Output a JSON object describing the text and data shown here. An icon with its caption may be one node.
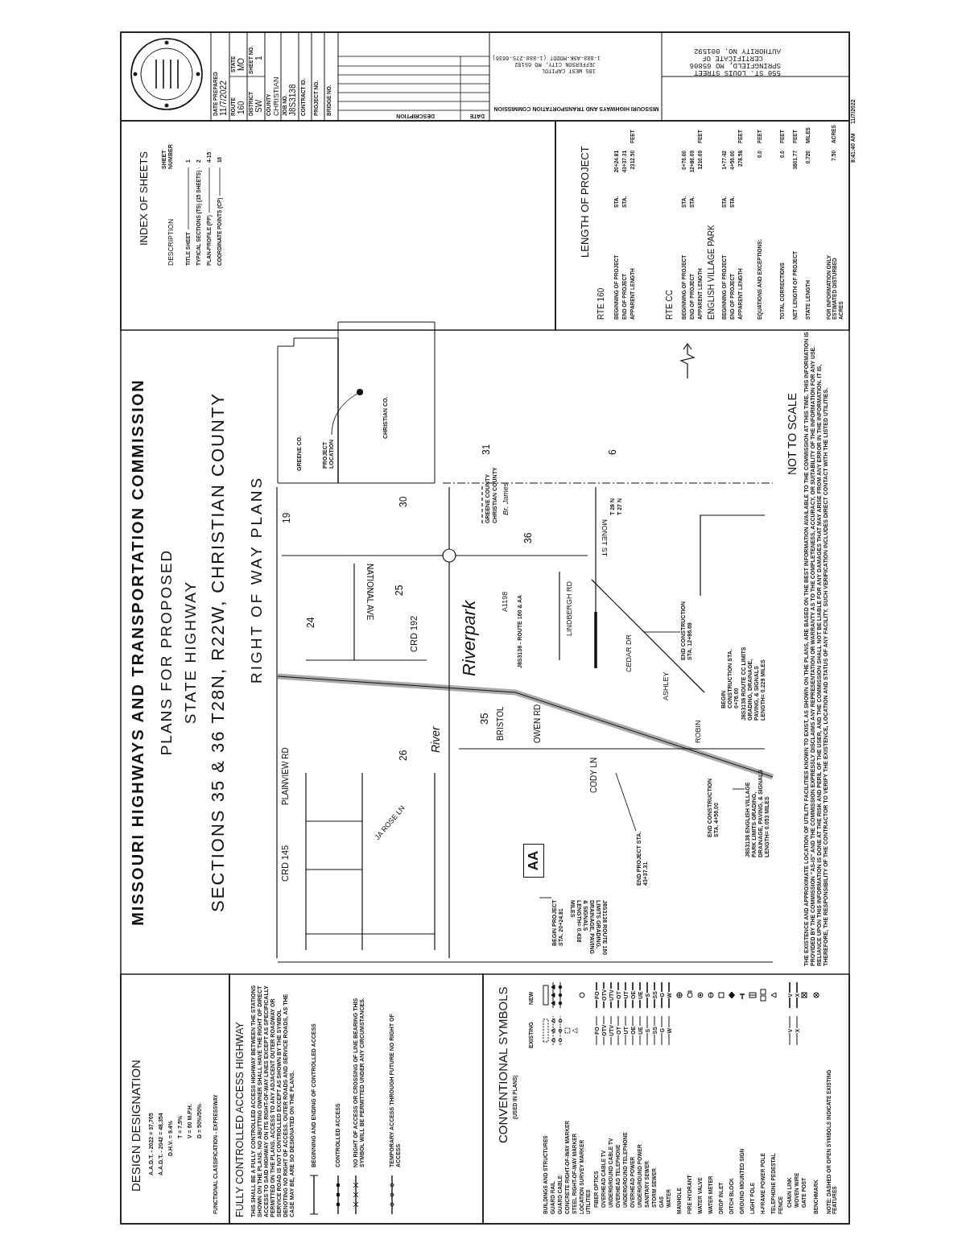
{
  "diagram": {
    "nodes": [
      {
        "text": [
          "PROJECT LOCATION"
        ]
      },
      {
        "text": [],
        "shape": "circle"
      },
      {
        "text": [
          "BEGIN PROJECT STA. 20+24.81"
        ]
      },
      {
        "text": [
          "END PROJECT STA. 43+37.31"
        ]
      },
      {
        "text": [
          "J8S3138 ENGLISH VILLAGE PARK LIMITS GRADING, DRAINAGE, PAVING, & SIGNALS LENGTH= 0.053 MILES"
        ]
      },
      {
        "text": [
          "END CONSTRUCTION STA. 12+86.69"
        ]
      },
      {
        "text": [
          "AA"
        ]
      }
    ],
    "edges": [
      {
        "from": 0,
        "to": 1,
        "arrow": "none"
      },
      {
        "from": 2,
        "to": null,
        "arrow": "none"
      },
      {
        "from": 3,
        "to": null,
        "arrow": "none"
      },
      {
        "from": 4,
        "to": null,
        "arrow": "none"
      },
      {
        "from": 5,
        "to": null,
        "arrow": "none"
      }
    ],
    "labels": [
      "DESIGN DESIGNATION",
      "A.A.D.T. - 2022 = 37,705",
      "A.A.D.T. - 2042 = 48,354",
      "D.H.V. = 9.4%",
      "T = 7.5%",
      "V = 60 M.P.H.",
      "D = 50%/50%",
      "FUNCTIONAL CLASSIFICATION - EXPRESSWAY",
      "FULLY CONTROLLED ACCESS HIGHWAY",
      "THIS SHALL BE A FULLY CONTROLLED ACCESS HIGHWAY BETWEEN THE STATIONS SHOWN ON THE PLANS. NO ABUTTING OWNER SHALL HAVE THE RIGHT OF DIRECT ACCESS TO SAID HIGHWAY ON ITS RIGHT-OF-WAY LINES EXCEPT AS SPECIFICALLY PERMITTED ON THE PLANS. ACCESS TO ANY ADJACENT OUTER ROADWAY OR SERVICE ROAD IS NOT CONTROLLED EXCEPT AS SHOWN BY THE SYMBOL DENOTING NO RIGHT OF ACCESS. OUTER ROADS AND SERVICE ROADS, AS THE CASE MAY BE, ARE SO DESIGNATED ON THE PLANS.",
      "CONVENTIONAL SYMBOLS",
      "(USED IN PLANS)",
      "EXISTING",
      "NEW",
      "UTILITIES",
      "FENCE",
      "FO",
      "OTV",
      "UTV",
      "OT",
      "UT",
      "OE",
      "UE",
      "S",
      "SS",
      "G",
      "W",
      "FO",
      "OTV",
      "UTV",
      "OT",
      "UT",
      "OE",
      "UE",
      "S",
      "SS",
      "G",
      "W",
      "V",
      "V",
      "X",
      "X",
      "NOTE: DASHED OR OPEN SYMBOLS INDICATE EXISTING FEATURES",
      "MISSOURI HIGHWAYS AND TRANSPORTATION COMMISSION",
      "PLANS FOR PROPOSED",
      "STATE HIGHWAY",
      "SECTIONS 35 & 36 T28N, R22W, CHRISTIAN COUNTY",
      "RIGHT OF WAY PLANS",
      "CRD 145",
      "PLAINVIEW RD",
      "JA ROSE LN",
      "26",
      "River",
      "BRISTOL",
      "35",
      "OWEN RD",
      "CODY LN",
      "Riverpark",
      "CRD 192",
      "25",
      "24",
      "J8S3138 - ROUTE 160 & AA",
      "A1198",
      "LINDBERGH RD",
      "CEDAR DR",
      "ASHLEY",
      "ROBIN",
      "NATIONAL AVE",
      "36",
      "MONET ST",
      "19",
      "30",
      "31",
      "GREENE COUNTY",
      "CHRISTIAN COUNTY",
      "Br. James",
      "T 28 N",
      "T 27 N",
      "6",
      "J8S3138 ROUTE 160 LIMITS GRADING, DRAINAGE, PAVING & SIGNALS LENGTH= 0.438 MILES",
      "END CONSTRUCTION STA. 4+56.00",
      "BEGIN CONSTRUCTION STA. 0+76.00",
      "J8S3138 ROUTE CC LIMITS GRADING, DRAINAGE, PAVING, & SIGNALS LENGTH= 0.229 MILES",
      "GREENE CO.",
      "CHRISTIAN CO.",
      "NOT TO SCALE",
      "THE EXISTENCE AND APPROXIMATE LOCATION OF UTILITY FACILITIES KNOWN TO EXIST, AS SHOWN ON THE PLANS, ARE BASED ON THE BEST INFORMATION AVAILABLE TO THE COMMISSION AT THIS TIME. THIS INFORMATION IS PROVIDED BY THE COMMISSION \"AS-IS\" AND THE COMMISSION EXPRESSLY DISCLAIMS ANY REPRESENTATION OR WARRANTY AS TO THE COMPLETENESS, ACCURACY, OR SUITABILITY OF THE INFORMATION FOR ANY USE. RELIANCE UPON THIS INFORMATION IS DONE AT THE RISK AND PERIL OF THE USER, AND THE COMMISSION SHALL NOT BE LIABLE FOR ANY DAMAGES THAT MAY ARISE FROM ANY ERROR IN THE INFORMATION. IT IS, THEREFORE, THE RESPONSIBILITY OF THE CONTRACTOR TO VERIFY THE EXISTENCE, LOCATION AND STATUS OF ANY FACILITY. SUCH VERIFICATION INCLUDES DIRECT CONTACT WITH THE LISTED UTILITIES.",
      "INDEX OF SHEETS",
      "DESCRIPTION",
      "SHEET NUMBER",
      "TITLE SHEET",
      "1",
      "TYPICAL SECTIONS (TS) (15 SHEETS)",
      "2",
      "PLAN-PROFILE (PP)",
      "4-15",
      "COORDINATE POINTS (CP)",
      "16",
      "LENGTH OF PROJECT",
      "RTE 160",
      "BEGINNING OF PROJECT",
      "STA.",
      "20+24.81",
      "END OF PROJECT",
      "STA.",
      "43+37.31",
      "APPARENT LENGTH",
      "2312.50",
      "FEET",
      "RTE CC",
      "BEGINNING OF PROJECT",
      "STA.",
      "0+76.00",
      "END OF PROJECT",
      "STA.",
      "12+86.69",
      "APPARENT LENGTH",
      "1210.69",
      "FEET",
      "ENGLISH VILLAGE PARK",
      "BEGINNING OF PROJECT",
      "STA.",
      "1+77.42",
      "END OF PROJECT",
      "STA.",
      "4+56.00",
      "APPARENT LENGTH",
      "278.58",
      "FEET",
      "EQUATIONS AND EXCEPTIONS:",
      "0.0",
      "FEET",
      "TOTAL CORRECTIONS",
      "0.0",
      "FEET",
      "NET LENGTH OF PROJECT",
      "3801.77",
      "FEET",
      "STATE LENGTH",
      "0.720",
      "MILES",
      "FOR INFORMATION ONLY ESTIMATED DISTURBED ACRES",
      "7.50",
      "ACRES",
      "DATE PREPARED",
      "11/7/2022",
      "STATE",
      "MO",
      "ROUTE",
      "160",
      "SHEET NO.",
      "1",
      "DISTRICT",
      "SW",
      "COUNTY",
      "CHRISTIAN",
      "JOB NO.",
      "J8S3138",
      "CONTRACT ID.",
      "PROJECT NO.",
      "BRIDGE NO.",
      "DESCRIPTION",
      "DATE",
      "MISSOURI HIGHWAYS AND TRANSPORTATION COMMISSION",
      "105 WEST CAPITOL",
      "JEFFERSON CITY, MO 65102",
      "1-888-ASK-MODOT (1-888-275-6636)",
      "550 ST. LOUIS STREET",
      "SPRINGFIELD, MO 65806",
      "CERTIFICATE OF",
      "AUTHORITY NO. 001592",
      "8:41:40 AM",
      "11/7/2022"
    ],
    "legend": [
      {
        "text": "BEGINNING AND ENDING OF CONTROLLED ACCESS"
      },
      {
        "text": "CONTROLLED ACCESS"
      },
      {
        "text": "NO RIGHT OF ACCESS OR CROSSING OF LINE BEARING THIS SYMBOL WILL BE PERMITTED UNDER ANY CIRCUMSTANCES."
      },
      {
        "text": "TEMPORARY ACCESS THROUGH FUTURE NO RIGHT OF ACCESS"
      },
      {
        "text": "BUILDINGS AND STRUCTURES"
      },
      {
        "text": "GUARD RAIL"
      },
      {
        "text": "GUARD CABLE"
      },
      {
        "text": "CONCRETE RIGHT-OF-WAY MARKER"
      },
      {
        "text": "STEEL RIGHT-OF-WAY MARKER"
      },
      {
        "text": "LOCATION SURVEY MARKER"
      },
      {
        "text": "FIBER OPTICS"
      },
      {
        "text": "OVERHEAD CABLE TV"
      },
      {
        "text": "UNDERGROUND CABLE TV"
      },
      {
        "text": "OVERHEAD TELEPHONE"
      },
      {
        "text": "UNDERGROUND TELEPHONE"
      },
      {
        "text": "OVERHEAD POWER"
      },
      {
        "text": "UNDERGROUND POWER"
      },
      {
        "text": "SANITARY SEWER"
      },
      {
        "text": "STORM SEWER"
      },
      {
        "text": "GAS"
      },
      {
        "text": "WATER"
      },
      {
        "text": "MANHOLE"
      },
      {
        "text": "FIRE HYDRANT"
      },
      {
        "text": "WATER VALVE"
      },
      {
        "text": "WATER METER"
      },
      {
        "text": "DROP INLET"
      },
      {
        "text": "DITCH BLOCK"
      },
      {
        "text": "GROUND MOUNTED SIGN"
      },
      {
        "text": "LIGHT POLE"
      },
      {
        "text": "H-FRAME POWER POLE"
      },
      {
        "text": "TELEPHONE PEDESTAL"
      },
      {
        "text": "CHAIN LINK"
      },
      {
        "text": "WOVEN WIRE"
      },
      {
        "text": "GATE POST"
      },
      {
        "text": "BENCHMARK"
      }
    ]
  }
}
